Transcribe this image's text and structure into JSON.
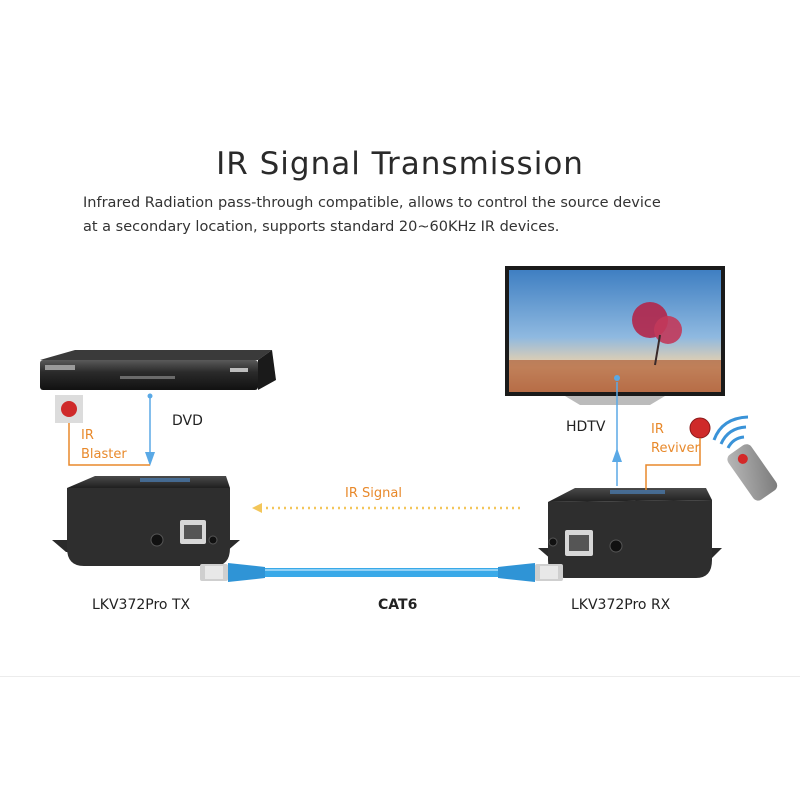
{
  "title": "IR Signal Transmission",
  "description_line1": "Infrared Radiation pass-through compatible, allows to control the source device",
  "description_line2": "at a secondary location, supports standard 20~60KHz IR devices.",
  "labels": {
    "dvd": "DVD",
    "hdtv": "HDTV",
    "ir_blaster_line1": "IR",
    "ir_blaster_line2": "Blaster",
    "ir_reviver_line1": "IR",
    "ir_reviver_line2": "Reviver",
    "ir_signal": "IR Signal",
    "tx": "LKV372Pro TX",
    "rx": "LKV372Pro RX",
    "cable": "CAT6"
  },
  "colors": {
    "blue_line": "#5aa9e6",
    "orange_line": "#e8892b",
    "ir_signal_dots": "#f3c65a",
    "cable": "#39a9e8"
  }
}
